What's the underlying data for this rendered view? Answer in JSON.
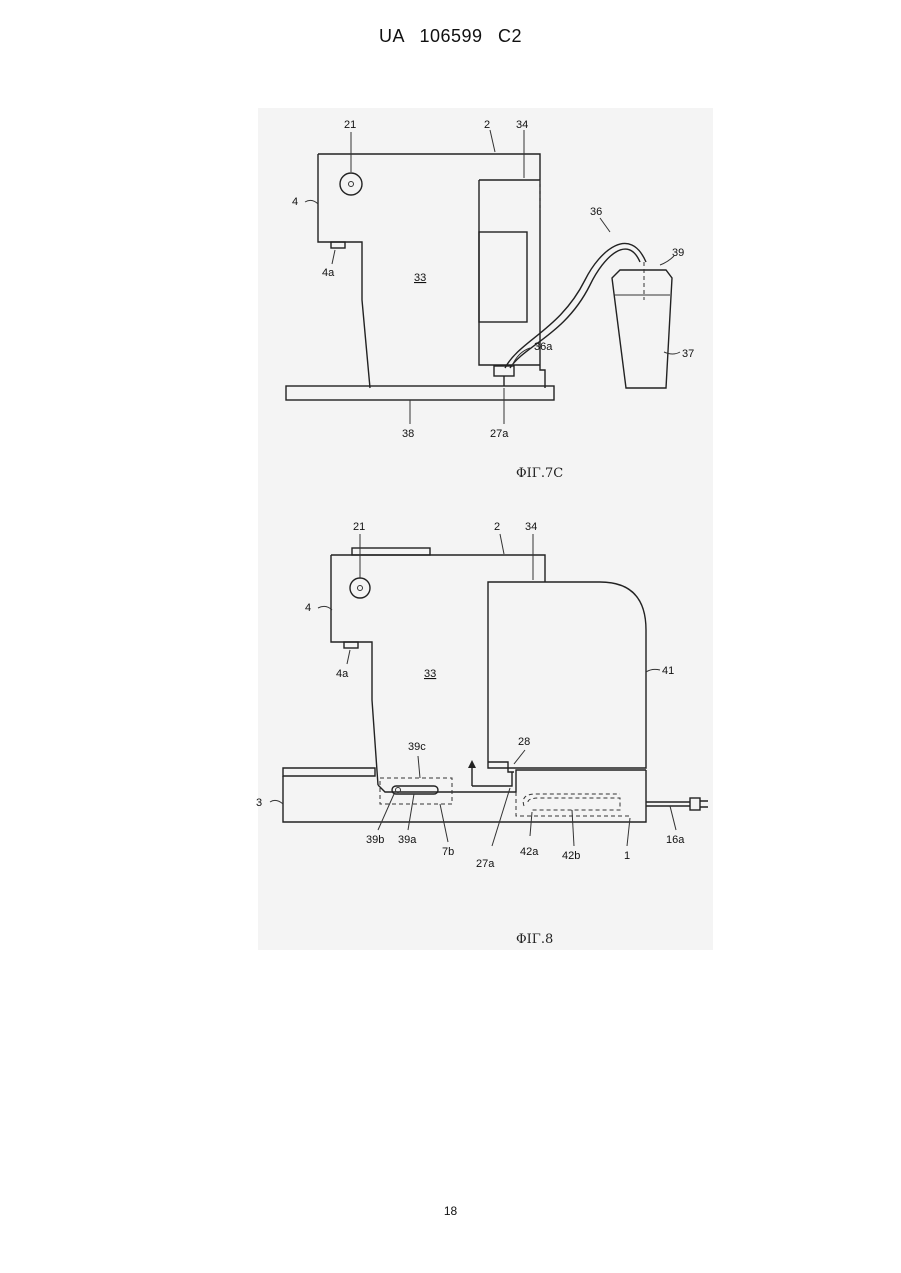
{
  "header": {
    "doc_number": "UA   106599   C2"
  },
  "figures": [
    {
      "caption": "ΦΙΓ.7C",
      "labels": {
        "l21": "21",
        "l2": "2",
        "l34": "34",
        "l4": "4",
        "l36": "36",
        "l39": "39",
        "l4a": "4a",
        "l33": "33",
        "l36a": "36a",
        "l37": "37",
        "l38": "38",
        "l27a": "27a"
      }
    },
    {
      "caption": "ΦΙΓ.8",
      "labels": {
        "l21": "21",
        "l2": "2",
        "l34": "34",
        "l4": "4",
        "l4a": "4a",
        "l33": "33",
        "l41": "41",
        "l39c": "39c",
        "l28": "28",
        "l3": "3",
        "l39b": "39b",
        "l39a": "39a",
        "l7b": "7b",
        "l27a": "27a",
        "l42a": "42a",
        "l42b": "42b",
        "l1": "1",
        "l16a": "16a"
      }
    }
  ],
  "footer": {
    "page_number": "18"
  }
}
